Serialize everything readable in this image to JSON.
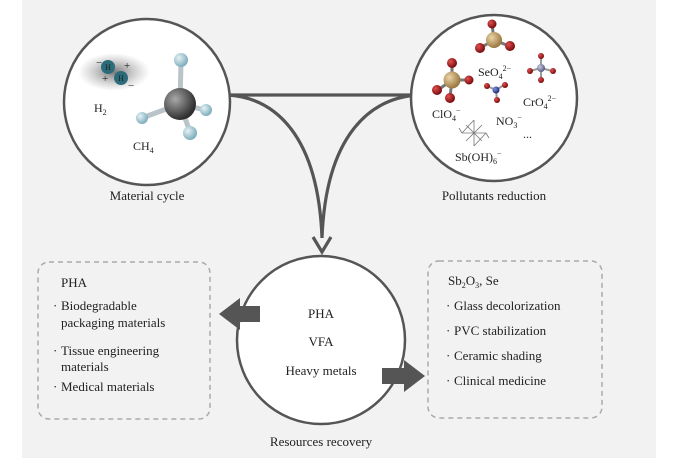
{
  "colors": {
    "background": "#f2f2f2",
    "circle_border": "#555555",
    "arrow": "#555555",
    "dashed_box": "#aaaaaa",
    "atom_carbon": "#5a5a5a",
    "atom_hydrogen": "#a8cdd8",
    "atom_oxygen": "#b01818",
    "atom_selenium": "#c9a66b",
    "atom_chromium": "#8a8fb0",
    "atom_nitrogen": "#3850a8"
  },
  "material_cycle": {
    "caption": "Material cycle",
    "h2_label": "H",
    "h2_sub": "2",
    "h2_atom_text": "H",
    "h2_charges": [
      "+",
      "−",
      "+",
      "−"
    ],
    "ch4_label": "CH",
    "ch4_sub": "4",
    "icons": [
      "hydrogen-molecule-icon",
      "methane-molecule-icon"
    ]
  },
  "pollutants_reduction": {
    "caption": "Pollutants reduction",
    "seo4": {
      "base": "SeO",
      "sub": "4",
      "sup": "2−"
    },
    "clo4": {
      "base": "ClO",
      "sub": "4",
      "sup": "−"
    },
    "cro4": {
      "base": "CrO",
      "sub": "4",
      "sup": "2−"
    },
    "no3": {
      "base": "NO",
      "sub": "3",
      "sup": "−"
    },
    "sboh6": {
      "base": "Sb(OH)",
      "sub": "6",
      "sup": "−"
    },
    "ellipsis": "...",
    "icons": [
      "selenate-molecule-icon",
      "perchlorate-molecule-icon",
      "chromate-molecule-icon",
      "nitrate-molecule-icon",
      "antimonate-structure-icon"
    ]
  },
  "resources_recovery": {
    "caption": "Resources recovery",
    "items": [
      "PHA",
      "VFA",
      "Heavy metals"
    ]
  },
  "pha_box": {
    "title": "PHA",
    "bullet": "·",
    "items": [
      [
        "Biodegradable",
        "packaging materials"
      ],
      [
        "Tissue engineering",
        "materials"
      ],
      [
        "Medical materials"
      ]
    ]
  },
  "metals_box": {
    "title": {
      "part1": "Sb",
      "sub": "2",
      "part2": "O",
      "sub2": "3",
      "part3": ", Se"
    },
    "bullet": "·",
    "items": [
      "Glass decolorization",
      "PVC stabilization",
      "Ceramic shading",
      "Clinical medicine"
    ]
  }
}
